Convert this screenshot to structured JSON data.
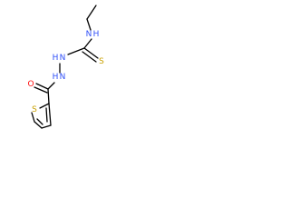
{
  "molecule": {
    "atoms": {
      "nh_ethyl": {
        "symbol": "N",
        "hydrogens": "H",
        "color": "#3050F8"
      },
      "s_thio": {
        "symbol": "S",
        "color": "#C8A000"
      },
      "nh_hydrazine_upper": {
        "symbol": "N",
        "hydrogens": "H",
        "color": "#3050F8"
      },
      "nh_hydrazine_lower": {
        "symbol": "N",
        "hydrogens": "H",
        "color": "#3050F8"
      },
      "o_carbonyl": {
        "symbol": "O",
        "color": "#FF0D0D"
      },
      "s_ring": {
        "symbol": "S",
        "color": "#C8A000"
      }
    }
  }
}
